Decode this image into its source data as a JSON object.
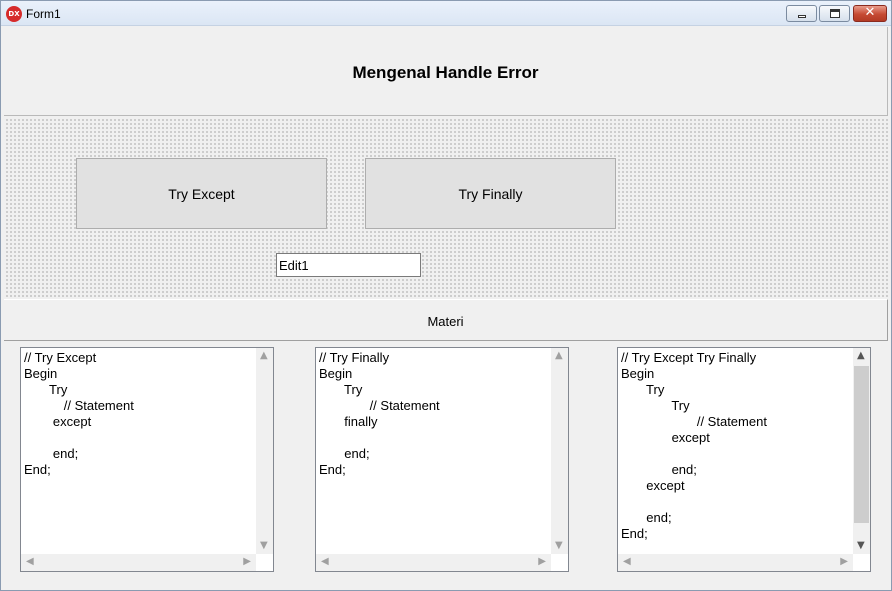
{
  "window": {
    "title": "Form1",
    "app_icon_text": "DX",
    "controls": {
      "minimize": "minimize-icon",
      "maximize": "maximize-icon",
      "close": "✕"
    }
  },
  "header": {
    "title": "Mengenal Handle Error"
  },
  "buttons": {
    "try_except": "Try Except",
    "try_finally": "Try Finally"
  },
  "edit": {
    "value": "Edit1"
  },
  "materi": {
    "label": "Materi"
  },
  "memos": [
    {
      "text": "// Try Except\nBegin\n       Try\n           // Statement\n        except\n\n        end;\nEnd;"
    },
    {
      "text": "// Try Finally\nBegin\n       Try\n              // Statement\n       finally\n\n       end;\nEnd;"
    },
    {
      "text": "// Try Except Try Finally\nBegin\n       Try\n              Try\n                     // Statement\n              except\n\n              end;\n       except\n\n       end;\nEnd;"
    }
  ],
  "scroll_arrows": {
    "up": "▲",
    "down": "▼",
    "left": "◀",
    "right": "▶"
  },
  "colors": {
    "close_button": "#c64a34",
    "app_icon": "#d62b2b",
    "form_background": "#f0f0f0"
  }
}
